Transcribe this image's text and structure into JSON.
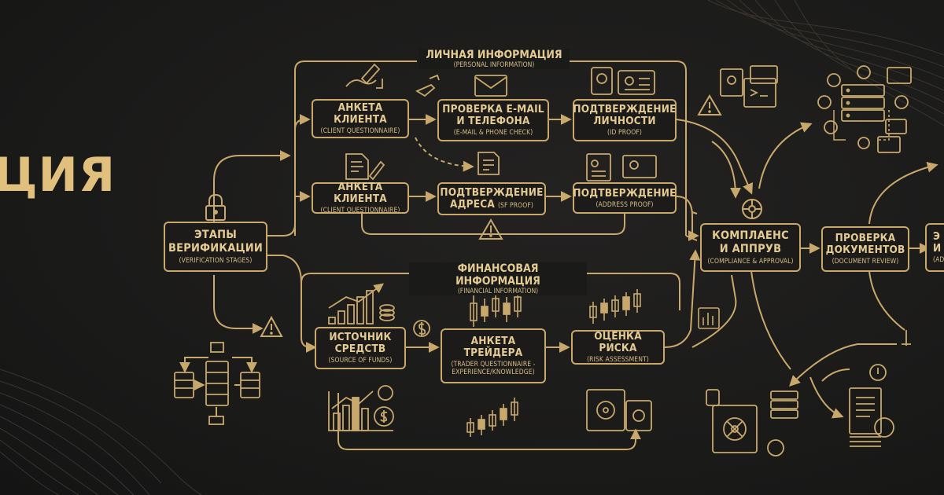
{
  "hero_text": "ЦИЯ",
  "groups": {
    "personal": {
      "title": "ЛИЧНАЯ ИНФОРМАЦИЯ",
      "subtitle": "(PERSONAL INFORMATION)"
    },
    "financial": {
      "title": "ФИНАНСОВАЯ ИНФОРМАЦИЯ",
      "subtitle": "(FINANCIAL INFORMATION)"
    }
  },
  "nodes": {
    "stages": {
      "title1": "ЭТАПЫ",
      "title2": "ВЕРИФИКАЦИИ",
      "sub": "(VERIFICATION STAGES)"
    },
    "questionnaire1": {
      "title": "АНКЕТА КЛИЕНТА",
      "sub": "(CLIENT QUESTIONNAIRE)"
    },
    "email": {
      "title1": "ПРОВЕРКА E-MAIL",
      "title2": "И ТЕЛЕФОНА",
      "sub": "(E-MAIL & PHONE CHECK)"
    },
    "id_proof": {
      "title1": "ПОДТВЕРЖДЕНИЕ",
      "title2": "ЛИЧНОСТИ",
      "sub": "(ID PROOF)"
    },
    "questionnaire2": {
      "title": "АНКЕТА КЛИЕНТА",
      "sub": "(CLIENT QUESTIONNAIRE)"
    },
    "sf_proof": {
      "title1": "ПОДТВЕРЖДЕНИЕ",
      "title2": "АДРЕСА",
      "sub": "(SF PROOF)"
    },
    "address_proof": {
      "title": "ПОДТВЕРЖДЕНИЕ",
      "sub": "(ADDRESS PROOF)"
    },
    "source_funds": {
      "title1": "ИСТОЧНИК",
      "title2": "СРЕДСТВ",
      "sub": "(SOURCE OF FUNDS)"
    },
    "trader": {
      "title1": "АНКЕТА",
      "title2": "ТРЕЙДЕРА",
      "sub1": "(TRADER QUESTIONNAIRE -",
      "sub2": "EXPERIENCE/KNOWLEDGE)"
    },
    "risk": {
      "title": "ОЦЕНКА РИСКА",
      "sub": "(RISK ASSESSMENT)"
    },
    "compliance": {
      "title1": "КОМПЛАЕНС",
      "title2": "И АППРУВ",
      "sub": "(COMPLIANCE & APPROVAL)"
    },
    "doc_review": {
      "title1": "ПРОВЕРКА",
      "title2": "ДОКУМЕНТОВ",
      "sub": "(DOCUMENT REVIEW)"
    },
    "partial": {
      "title1": "Э",
      "title2": "И",
      "sub": "(ADD"
    }
  },
  "colors": {
    "background": "#1b1b1b",
    "gold": "#c9a96b",
    "text": "#e3cb93"
  }
}
